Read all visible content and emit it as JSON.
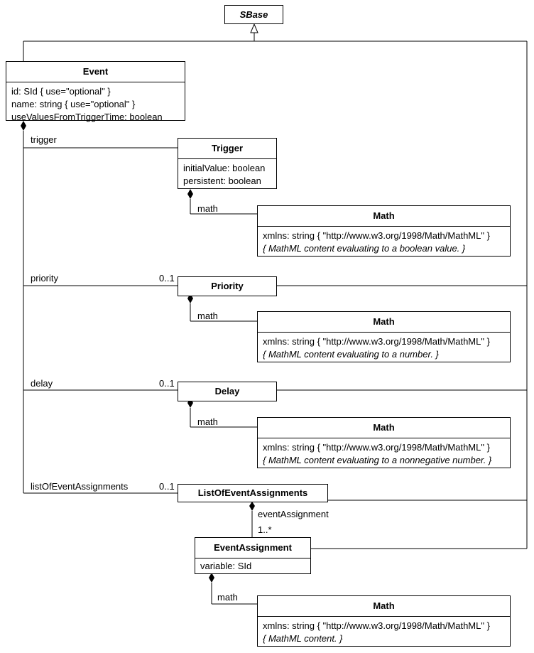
{
  "sbase": {
    "name": "SBase"
  },
  "event": {
    "name": "Event",
    "attrs": [
      "id: SId  { use=\"optional\" }",
      "name: string  { use=\"optional\" }",
      "useValuesFromTriggerTime: boolean"
    ]
  },
  "trigger": {
    "name": "Trigger",
    "attrs": [
      "initialValue: boolean",
      "persistent: boolean"
    ],
    "role": "trigger",
    "math": {
      "role": "math",
      "name": "Math",
      "xmlns": "xmlns: string  { \"http://www.w3.org/1998/Math/MathML\" }",
      "content": "{ MathML content evaluating to a boolean value. }"
    }
  },
  "priority": {
    "name": "Priority",
    "role": "priority",
    "multiplicity": "0..1",
    "math": {
      "role": "math",
      "name": "Math",
      "xmlns": "xmlns: string  { \"http://www.w3.org/1998/Math/MathML\" }",
      "content": "{ MathML content evaluating to a number. }"
    }
  },
  "delay": {
    "name": "Delay",
    "role": "delay",
    "multiplicity": "0..1",
    "math": {
      "role": "math",
      "name": "Math",
      "xmlns": "xmlns: string  { \"http://www.w3.org/1998/Math/MathML\" }",
      "content": "{ MathML content evaluating to a nonnegative number. }"
    }
  },
  "list_of_event_assignments": {
    "name": "ListOfEventAssignments",
    "role": "listOfEventAssignments",
    "multiplicity": "0..1",
    "child_role": "eventAssignment",
    "child_multiplicity": "1..*"
  },
  "event_assignment": {
    "name": "EventAssignment",
    "attrs": [
      "variable: SId"
    ],
    "math": {
      "role": "math",
      "name": "Math",
      "xmlns": "xmlns: string  { \"http://www.w3.org/1998/Math/MathML\" }",
      "content": "{ MathML content. }"
    }
  }
}
